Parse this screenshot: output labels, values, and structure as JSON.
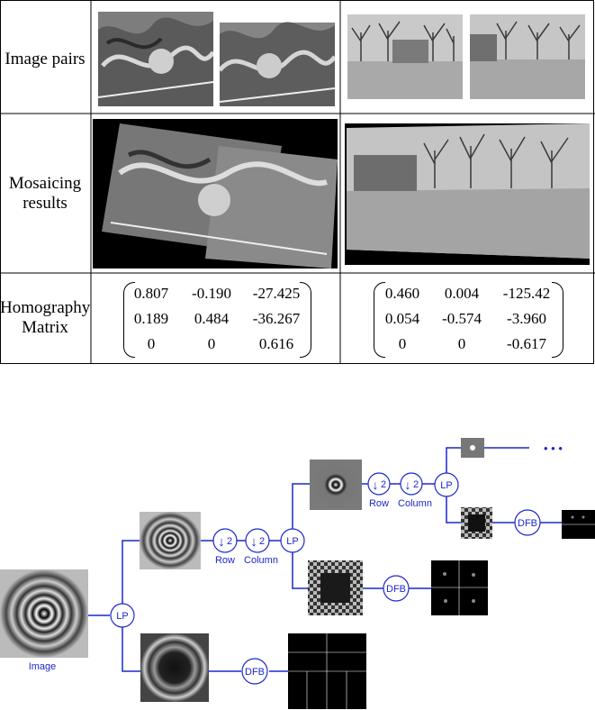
{
  "table": {
    "row_labels": {
      "image_pairs": "Image pairs",
      "mosaicing_line1": "Mosaicing",
      "mosaicing_line2": "results",
      "homography_line1": "Homography",
      "homography_line2": "Matrix"
    },
    "matrices": [
      {
        "rows": [
          [
            "0.807",
            "-0.190",
            "-27.425"
          ],
          [
            "0.189",
            "0.484",
            "-36.267"
          ],
          [
            "0",
            "0",
            "0.616"
          ]
        ]
      },
      {
        "rows": [
          [
            "0.460",
            "0.004",
            "-125.42"
          ],
          [
            "0.054",
            "-0.574",
            "-3.960"
          ],
          [
            "0",
            "0",
            "-0.617"
          ]
        ]
      }
    ]
  },
  "diagram": {
    "input_label": "Image",
    "lp_label": "LP",
    "dfb_label": "DFB",
    "downsample_value": "2",
    "row_label": "Row",
    "column_label": "Column",
    "ellipsis": "• • •",
    "colors": {
      "line": "#1c28c8"
    }
  }
}
